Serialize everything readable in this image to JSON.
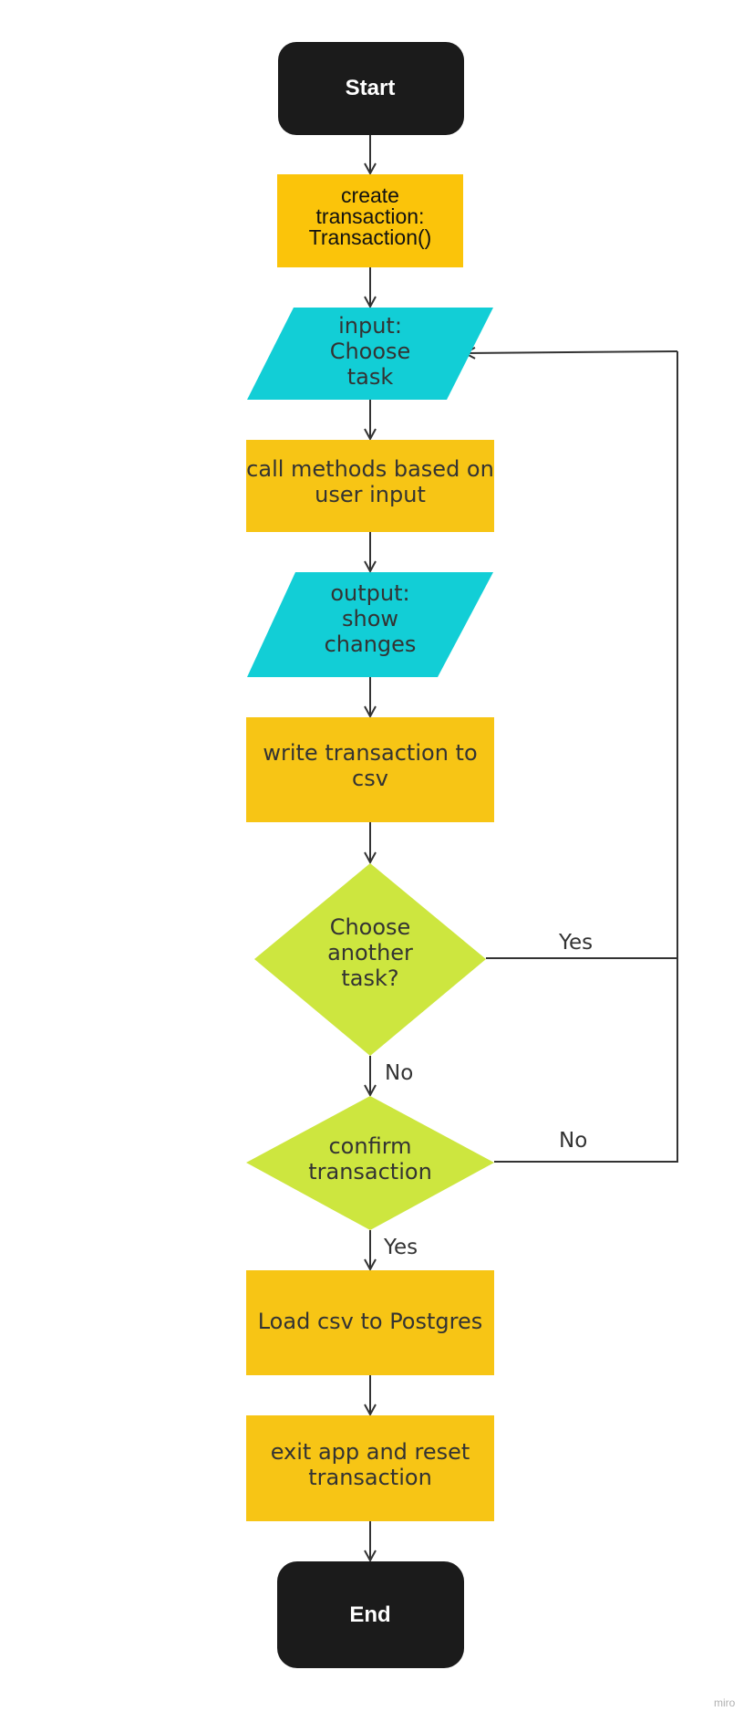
{
  "colors": {
    "terminal": "#1b1b1b",
    "process": "#f7c515",
    "process_alt": "#fbc40a",
    "io": "#12ced6",
    "decision": "#cde63f",
    "edge": "#333333"
  },
  "nodes": {
    "start": {
      "lines": [
        "Start"
      ]
    },
    "create": {
      "lines": [
        "create",
        "transaction:",
        "Transaction()"
      ]
    },
    "input": {
      "lines": [
        "input:",
        "Choose",
        "task"
      ]
    },
    "call": {
      "lines": [
        "call methods based on",
        "user input"
      ]
    },
    "output": {
      "lines": [
        "output:",
        "show",
        "changes"
      ]
    },
    "write": {
      "lines": [
        "write transaction to",
        "csv"
      ]
    },
    "choose": {
      "lines": [
        "Choose",
        "another",
        "task?"
      ]
    },
    "confirm": {
      "lines": [
        "confirm",
        "transaction"
      ]
    },
    "load": {
      "lines": [
        "Load csv to Postgres"
      ]
    },
    "exit": {
      "lines": [
        "exit app and reset",
        "transaction"
      ]
    },
    "end": {
      "lines": [
        "End"
      ]
    }
  },
  "edge_labels": {
    "choose_yes": "Yes",
    "choose_no": "No",
    "confirm_no": "No",
    "confirm_yes": "Yes"
  },
  "watermark": "miro"
}
